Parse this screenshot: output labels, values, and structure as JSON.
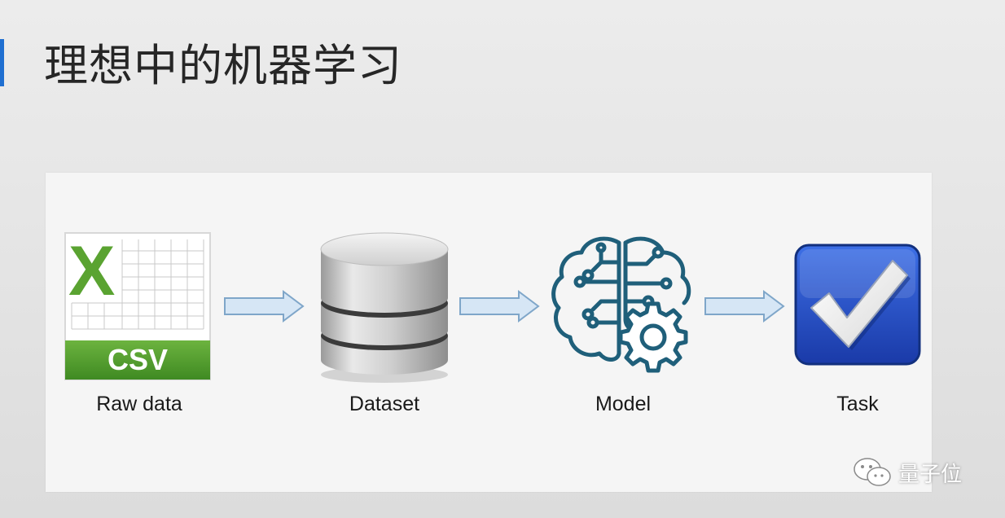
{
  "slide": {
    "title": "理想中的机器学习"
  },
  "pipeline": {
    "stages": [
      {
        "label": "Raw data",
        "icon": "csv-file-icon"
      },
      {
        "label": "Dataset",
        "icon": "database-icon"
      },
      {
        "label": "Model",
        "icon": "brain-gear-icon"
      },
      {
        "label": "Task",
        "icon": "checkmark-icon"
      }
    ],
    "csv_badge": "CSV",
    "csv_letter": "X"
  },
  "watermark": {
    "text": "量子位",
    "icon": "wechat-icon"
  },
  "colors": {
    "accent": "#1f6fd1",
    "csv_green": "#4e9a2a",
    "brain_teal": "#1f5f7a",
    "task_blue": "#1f4fc4",
    "arrow_fill": "#d6e6f5",
    "arrow_stroke": "#7fa6c9"
  }
}
